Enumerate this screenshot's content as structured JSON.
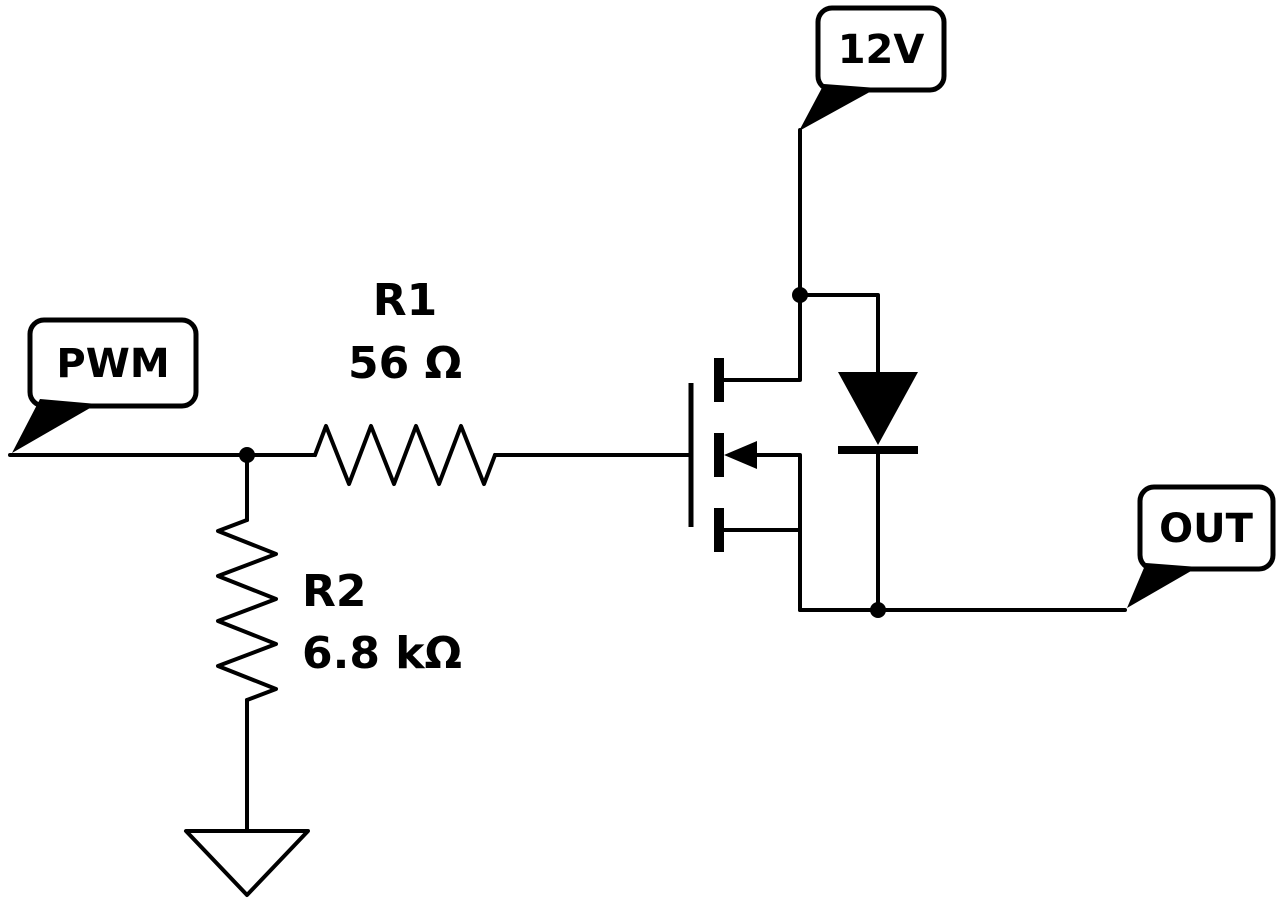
{
  "schematic": {
    "net_labels": {
      "pwm": "PWM",
      "supply": "12V",
      "output": "OUT"
    },
    "r1": {
      "name": "R1",
      "value": "56 Ω"
    },
    "r2": {
      "name": "R2",
      "value": "6.8 kΩ"
    },
    "colors": {
      "line": "#000000",
      "background": "#ffffff"
    }
  }
}
